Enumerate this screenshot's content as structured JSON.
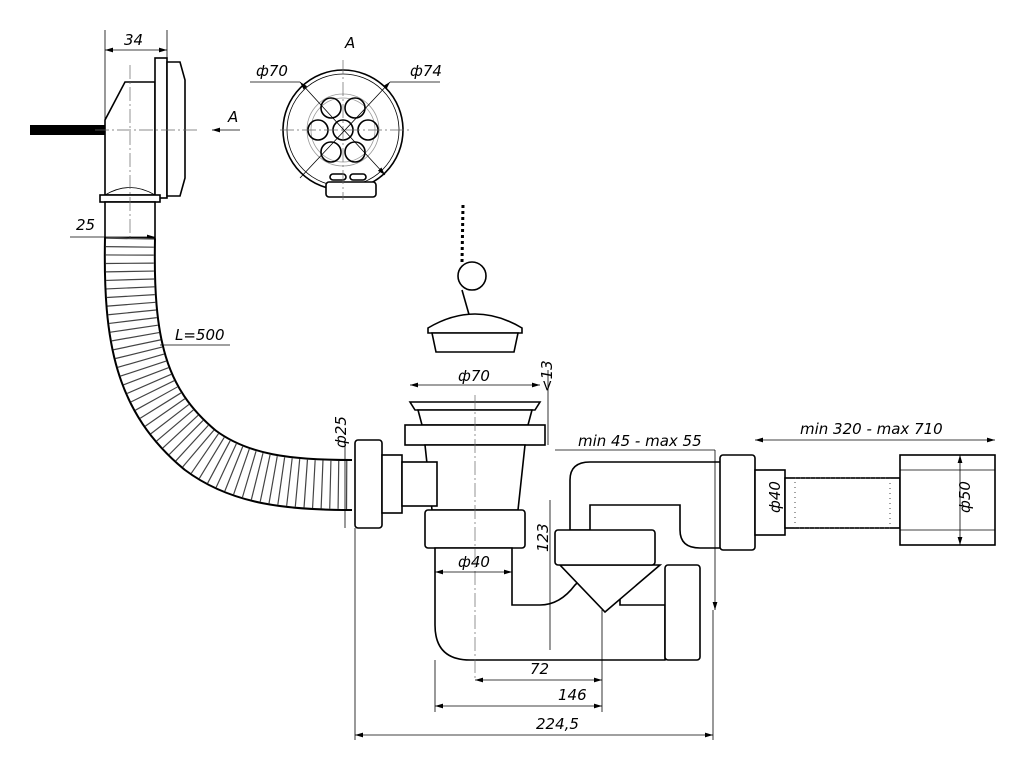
{
  "diagram": {
    "overflow_width": "34",
    "view_label": "A",
    "view_arrow_label": "A",
    "grille_inner_dia": "ф70",
    "grille_outer_dia": "ф74",
    "tube_offset": "25",
    "hose_length": "L=500",
    "hose_dia": "ф25",
    "drain_flange_dia": "ф70",
    "drain_flange_height": "<13",
    "trap_range": "min 45 - max 55",
    "outlet_range": "min 320 - max 710",
    "outlet_inner_dia": "ф40",
    "outlet_end_dia": "ф50",
    "elbow_dia": "ф40",
    "trap_height": "123",
    "dim_72": "72",
    "dim_146": "146",
    "dim_total": "224,5"
  }
}
